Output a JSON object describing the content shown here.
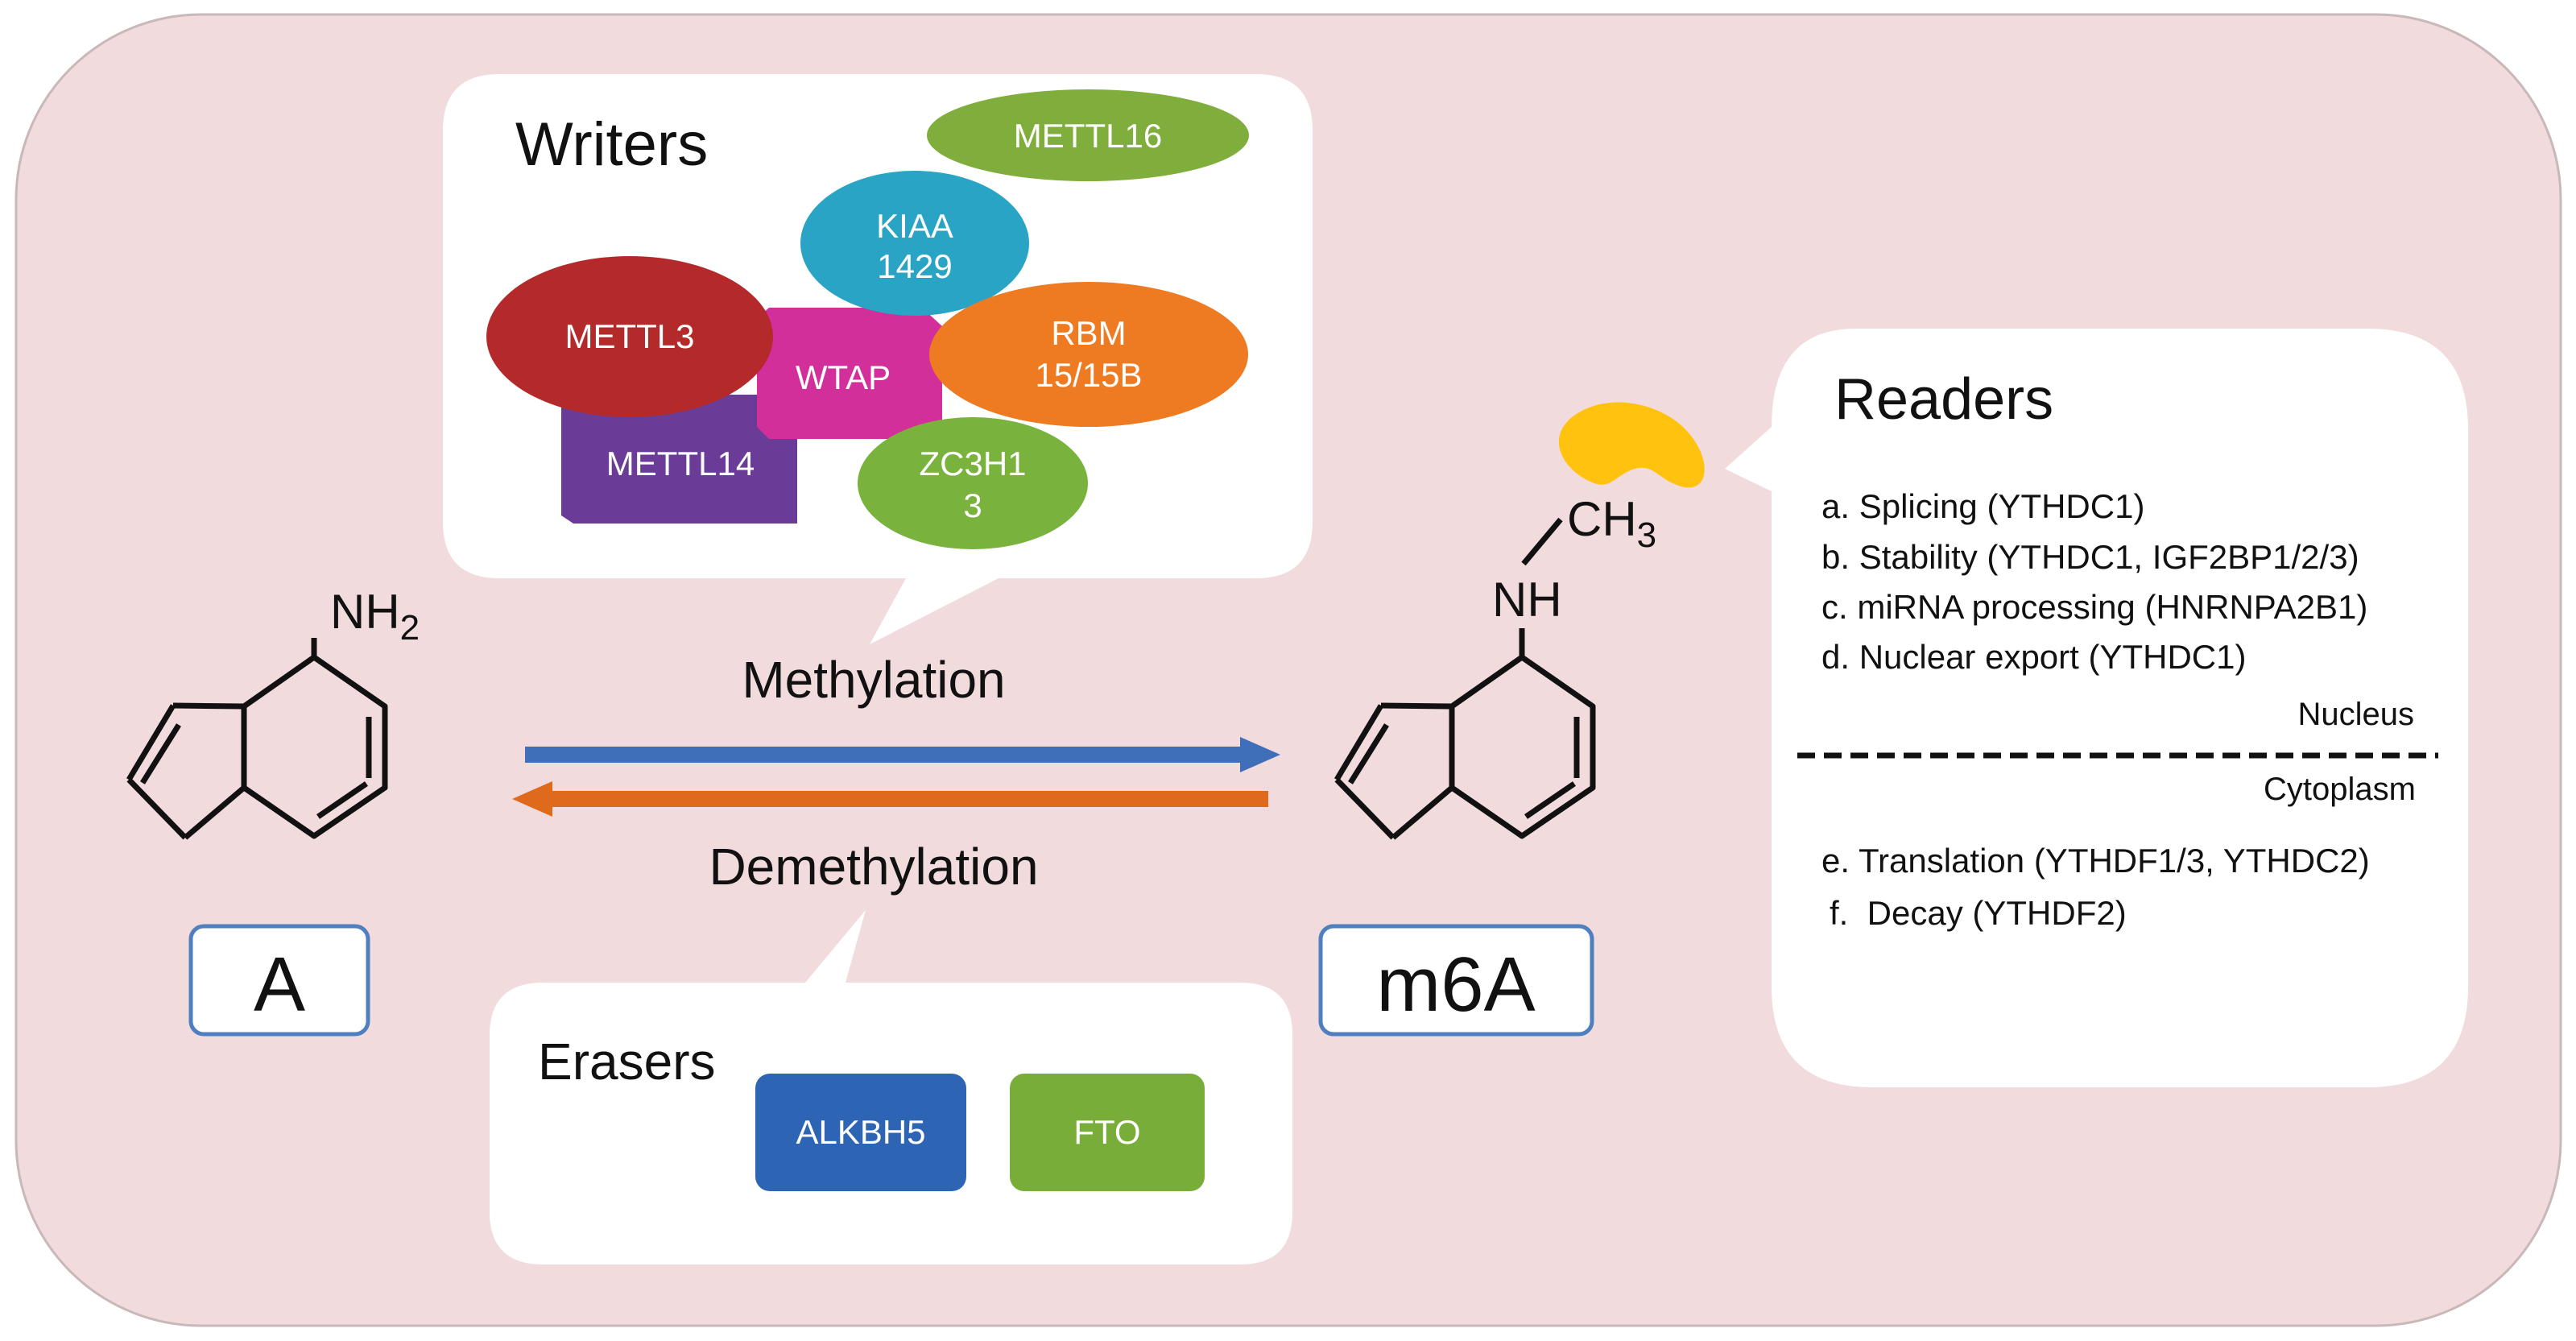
{
  "writers": {
    "title": "Writers",
    "proteins": [
      {
        "label": "METTL16",
        "color": "#7fae3c"
      },
      {
        "label": "KIAA",
        "label2": "1429",
        "color": "#2aa4c4"
      },
      {
        "label": "METTL3",
        "color": "#b42a2a"
      },
      {
        "label": "WTAP",
        "color": "#d22f9b"
      },
      {
        "label": "RBM",
        "label2": "15/15B",
        "color": "#ee7a22"
      },
      {
        "label": "METTL14",
        "color": "#6b3c97"
      },
      {
        "label": "ZC3H1",
        "label2": "3",
        "color": "#79b23c"
      }
    ]
  },
  "erasers": {
    "title": "Erasers",
    "proteins": [
      {
        "label": "ALKBH5",
        "color": "#2e64b4"
      },
      {
        "label": "FTO",
        "color": "#79ad3a"
      }
    ]
  },
  "readers": {
    "title": "Readers",
    "nucleus_items": [
      "a. Splicing (YTHDC1)",
      "b. Stability (YTHDC1, IGF2BP1/2/3)",
      "c. miRNA processing (HNRNPA2B1)",
      "d. Nuclear export (YTHDC1)"
    ],
    "nucleus_label": "Nucleus",
    "cytoplasm_label": "Cytoplasm",
    "cytoplasm_items": [
      "e. Translation (YTHDF1/3, YTHDC2)",
      "f.  Decay (YTHDF2)"
    ]
  },
  "reaction": {
    "forward": "Methylation",
    "reverse": "Demethylation",
    "forward_color": "#3e6fb8",
    "reverse_color": "#e06a1c"
  },
  "molecules": {
    "left": {
      "label": "A",
      "substituent": "NH",
      "subscript": "2"
    },
    "right": {
      "label": "m6A",
      "substituent": "NH",
      "methyl": "CH",
      "subscript": "3"
    }
  },
  "colors": {
    "background": "#f2dbdc",
    "reader_shape": "#ffc20e",
    "label_box_border": "#4f7fbf"
  }
}
